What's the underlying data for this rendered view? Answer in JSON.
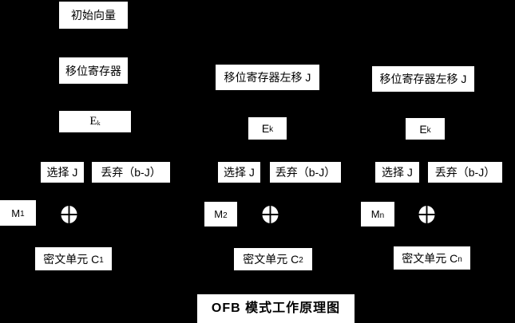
{
  "colors": {
    "background": "#000000",
    "box_fill": "#ffffff",
    "box_text": "#000000"
  },
  "title": "OFB 模式工作原理图",
  "col1": {
    "initial_vector": "初始向量",
    "shift_register": "移位寄存器",
    "encrypt_base": "E",
    "encrypt_sub": "k",
    "select": "选择 J",
    "discard": "丢弃（b-J）",
    "message_base": "M",
    "message_sub": "1",
    "ciphertext_base": "密文单元 C",
    "ciphertext_sub": "1"
  },
  "col2": {
    "shift_register": "移位寄存器左移 J",
    "encrypt_base": "E",
    "encrypt_sub": "k",
    "select": "选择 J",
    "discard": "丢弃（b-J）",
    "message_base": "M",
    "message_sub": "2",
    "ciphertext_base": "密文单元 C",
    "ciphertext_sub": "2"
  },
  "col3": {
    "shift_register": "移位寄存器左移 J",
    "encrypt_base": "E",
    "encrypt_sub": "k",
    "select": "选择 J",
    "discard": "丢弃（b-J）",
    "message_base": "M",
    "message_sub": "n",
    "ciphertext_base": "密文单元 C",
    "ciphertext_sub": "n"
  },
  "icons": {
    "xor": "circle-plus-xor"
  }
}
